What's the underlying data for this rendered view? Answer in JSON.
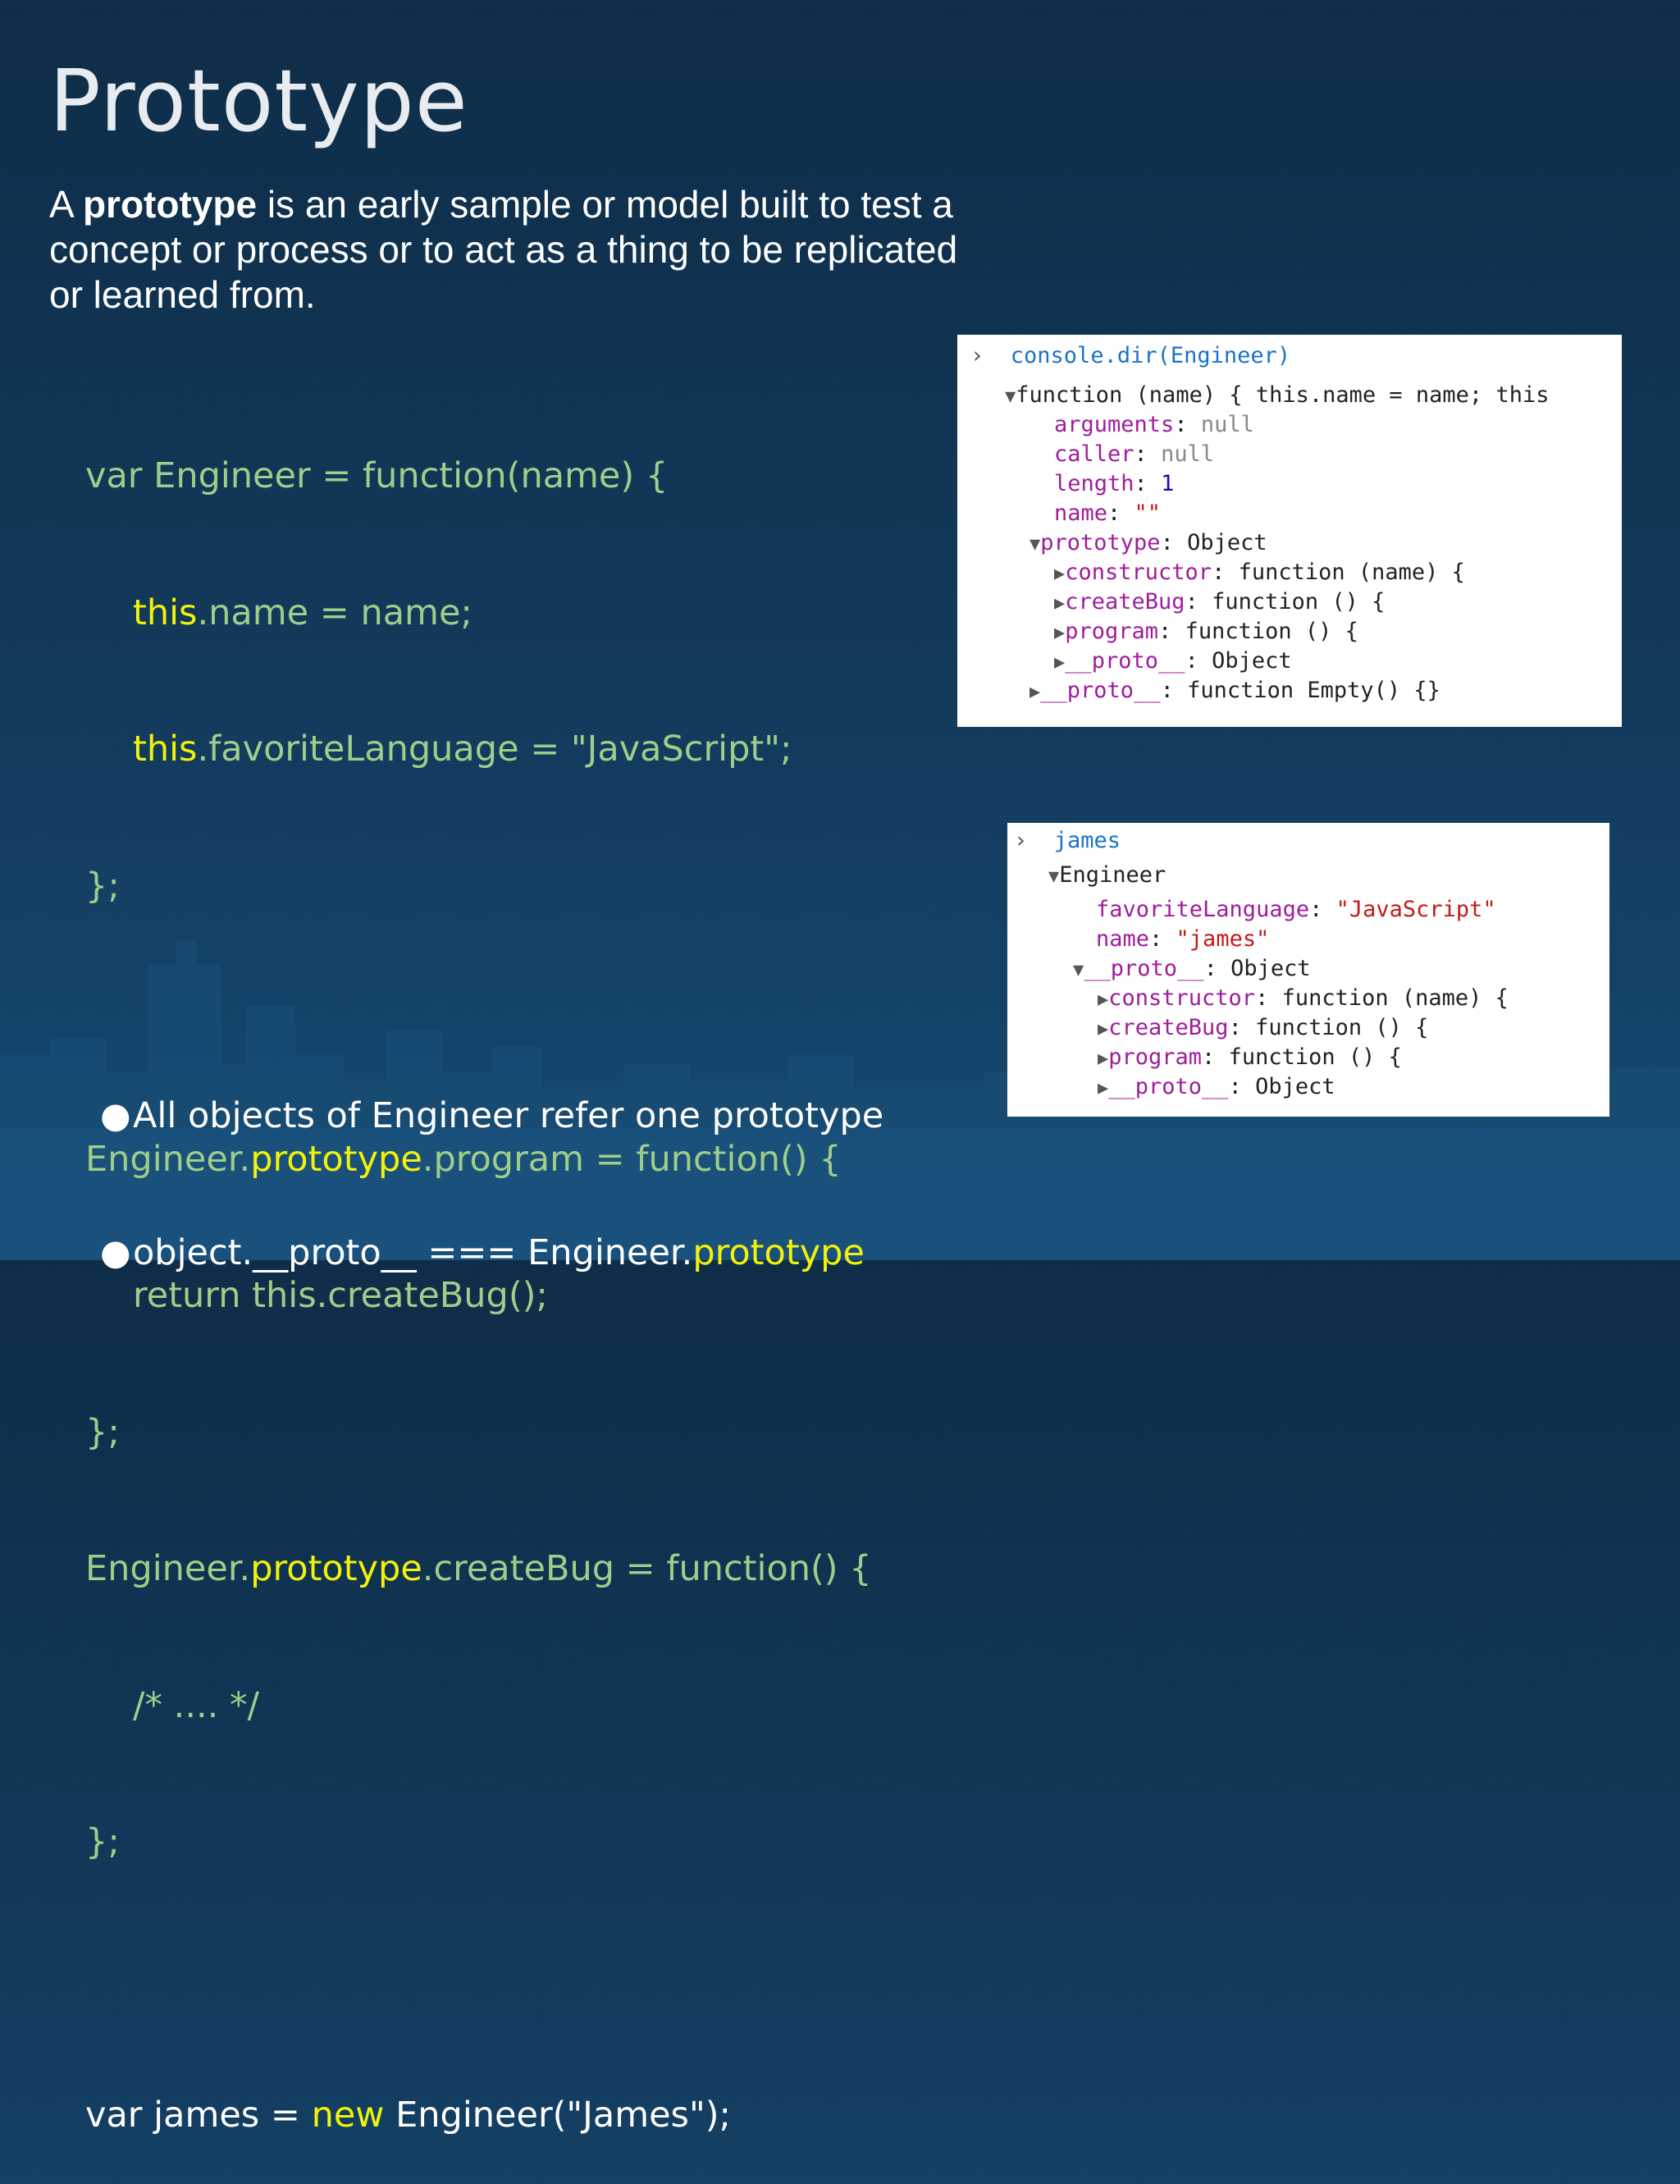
{
  "slide": {
    "title": "Prototype",
    "intro_a": "A ",
    "intro_bold": "prototype",
    "intro_rest": " is an early sample or model built to test a concept or process or to act as a thing to be replicated or learned from."
  },
  "code": {
    "l1": "var Engineer = function(name) {",
    "l2_kw": "this",
    "l2_rest": ".name = name;",
    "l3_kw": "this",
    "l3_rest": ".favoriteLanguage = \"JavaScript\";",
    "l4": "};",
    "l5_a": "Engineer.",
    "l5_kw": "prototype",
    "l5_b": ".program = function() {",
    "l6": "return this.createBug();",
    "l7": "};",
    "l8_a": "Engineer.",
    "l8_kw": "prototype",
    "l8_b": ".createBug = function() {",
    "l9": "/* .... */",
    "l10": "};",
    "l11_a": "var james = ",
    "l11_kw": "new",
    "l11_b": " Engineer(\"James\");"
  },
  "bullets": {
    "b1": "All objects of Engineer refer one prototype",
    "b2_a": "object.__proto__ === Engineer.",
    "b2_kw": "prototype"
  },
  "console1": {
    "prompt": "›",
    "command": "console.dir(Engineer)",
    "fn_header": "function (name) { this.name = name; this",
    "arguments_key": "arguments",
    "arguments_val": "null",
    "caller_key": "caller",
    "caller_val": "null",
    "length_key": "length",
    "length_val": "1",
    "name_key": "name",
    "name_val": "\"\"",
    "prototype_key": "prototype",
    "prototype_val": "Object",
    "constructor_key": "constructor",
    "constructor_val": "function (name) {",
    "createbug_key": "createBug",
    "createbug_val": "function () {",
    "program_key": "program",
    "program_val": "function () {",
    "proto_inner_key": "__proto__",
    "proto_inner_val": "Object",
    "proto_key": "__proto__",
    "proto_val": "function Empty() {}"
  },
  "console2": {
    "prompt": "›",
    "command": "james",
    "obj_header": "Engineer",
    "favlang_key": "favoriteLanguage",
    "favlang_val": "\"JavaScript\"",
    "name_key": "name",
    "name_val": "\"james\"",
    "proto_key": "__proto__",
    "proto_val": "Object",
    "constructor_key": "constructor",
    "constructor_val": "function (name) {",
    "createbug_key": "createBug",
    "createbug_val": "function () {",
    "program_key": "program",
    "program_val": "function () {",
    "proto_inner_key": "__proto__",
    "proto_inner_val": "Object"
  },
  "colors": {
    "background": "#123a5c",
    "code_green": "#9fcd8a",
    "keyword_yellow": "#f2f20a",
    "console_key": "#a01c9c",
    "console_string": "#c41a16",
    "console_command": "#1a73c8"
  }
}
